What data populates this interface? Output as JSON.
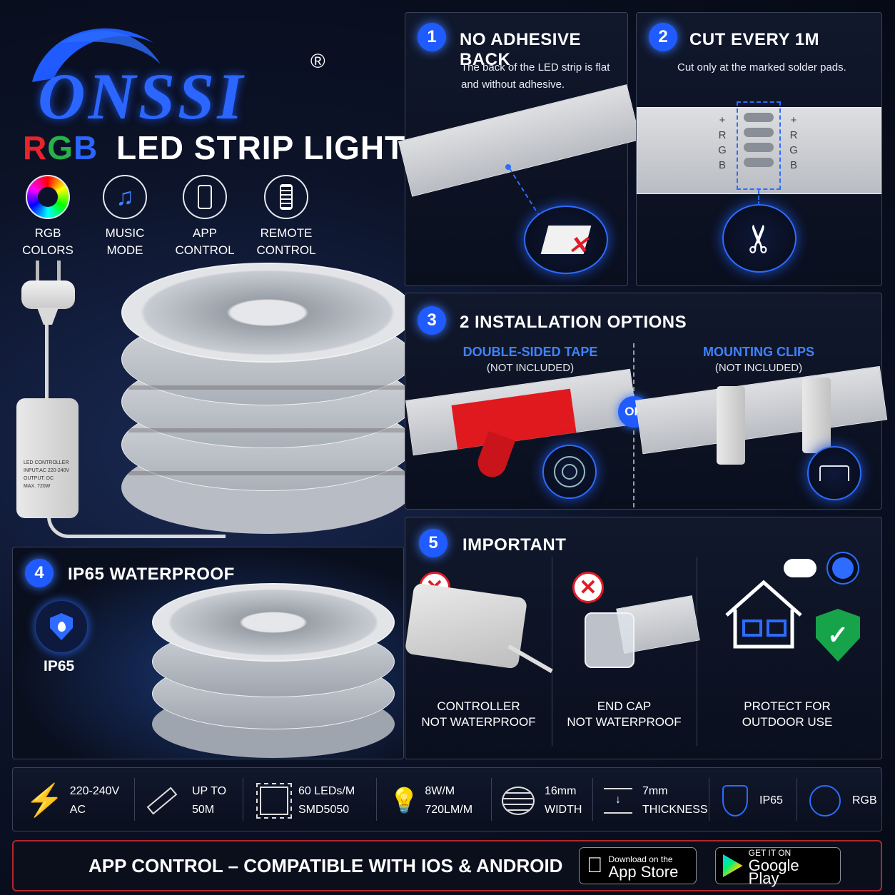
{
  "brand": {
    "name": "ONSSI",
    "registered": "®"
  },
  "headline": {
    "rgb_r": "R",
    "rgb_g": "G",
    "rgb_b": "B",
    "rest": "LED STRIP LIGHT"
  },
  "features": [
    {
      "line1": "RGB",
      "line2": "COLORS",
      "icon": "color-wheel-icon"
    },
    {
      "line1": "MUSIC",
      "line2": "MODE",
      "icon": "music-note-icon"
    },
    {
      "line1": "APP",
      "line2": "CONTROL",
      "icon": "phone-icon"
    },
    {
      "line1": "REMOTE",
      "line2": "CONTROL",
      "icon": "remote-icon"
    }
  ],
  "controller_label": {
    "l1": "LED CONTROLLER",
    "l2": "INPUT:AC 220-240V",
    "l3": "OUTPUT: DC",
    "l4": "MAX. 720W"
  },
  "panel1": {
    "num": "1",
    "title": "NO ADHESIVE BACK",
    "desc1": "The back of the LED strip is flat",
    "desc2": "and without adhesive."
  },
  "panel2": {
    "num": "2",
    "title": "CUT EVERY 1M",
    "desc": "Cut only at the marked solder pads.",
    "pads": [
      "+",
      "R",
      "G",
      "B"
    ]
  },
  "panel3": {
    "num": "3",
    "title": "2 INSTALLATION OPTIONS",
    "opt1": "DOUBLE-SIDED TAPE",
    "opt1_sub": "(NOT INCLUDED)",
    "or": "OR",
    "opt2": "MOUNTING CLIPS",
    "opt2_sub": "(NOT INCLUDED)"
  },
  "panel4": {
    "num": "4",
    "title": "IP65 WATERPROOF",
    "badge": "IP65"
  },
  "panel5": {
    "num": "5",
    "title": "IMPORTANT",
    "items": [
      {
        "l1": "CONTROLLER",
        "l2": "NOT WATERPROOF"
      },
      {
        "l1": "END CAP",
        "l2": "NOT WATERPROOF"
      },
      {
        "l1": "PROTECT FOR",
        "l2": "OUTDOOR USE"
      }
    ]
  },
  "specs": [
    {
      "l1": "220-240V",
      "l2": "AC",
      "icon": "lightning-icon"
    },
    {
      "l1": "UP TO",
      "l2": "50M",
      "icon": "ruler-icon"
    },
    {
      "l1": "60 LEDs/M",
      "l2": "SMD5050",
      "icon": "chip-icon"
    },
    {
      "l1": "8W/M",
      "l2": "720LM/M",
      "icon": "bulb-icon"
    },
    {
      "l1": "16mm",
      "l2": "WIDTH",
      "icon": "reel-icon"
    },
    {
      "l1": "7mm",
      "l2": "THICKNESS",
      "icon": "thickness-icon"
    },
    {
      "l1": "IP65",
      "l2": "",
      "icon": "shield-drop-icon"
    },
    {
      "l1": "RGB",
      "l2": "",
      "icon": "palette-icon"
    }
  ],
  "footer": {
    "text": "APP CONTROL – COMPATIBLE WITH IOS & ANDROID",
    "appstore_small": "Download on the",
    "appstore_big": "App Store",
    "gplay_small": "GET IT ON",
    "gplay_big": "Google Play"
  },
  "colors": {
    "accent": "#1f5bff",
    "red": "#e01c28",
    "green": "#16a34a"
  }
}
